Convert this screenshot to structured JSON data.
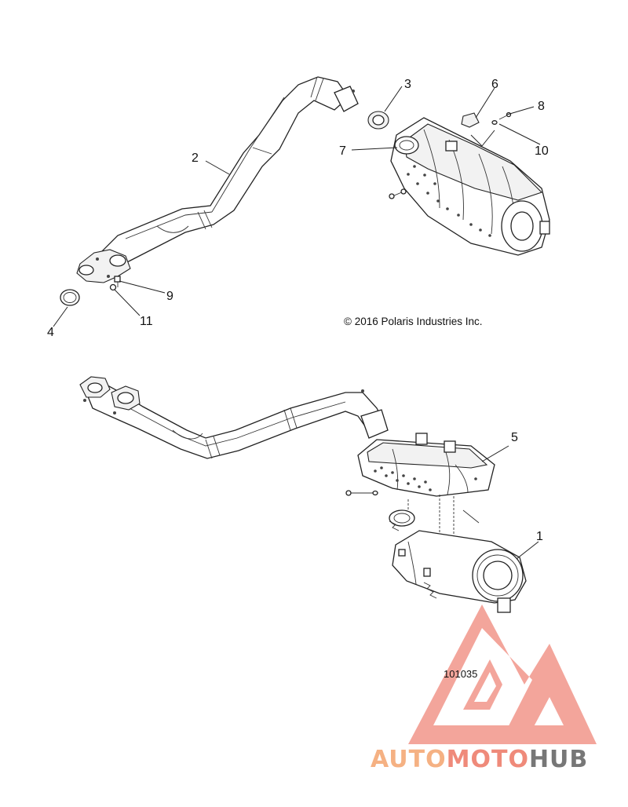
{
  "callouts": {
    "c1": "1",
    "c2": "2",
    "c3": "3",
    "c4": "4",
    "c5": "5",
    "c6": "6",
    "c7": "7",
    "c8": "8",
    "c9": "9",
    "c10": "10",
    "c11": "11"
  },
  "copyright": "© 2016 Polaris Industries Inc.",
  "part_number": "101035",
  "watermark": {
    "auto": "AUTO",
    "moto": "MOTO",
    "hub": "HUB",
    "colors": {
      "auto": "#f5b183",
      "moto": "#ef8a7a",
      "hub": "#777777",
      "logo": "#f08c80"
    }
  }
}
